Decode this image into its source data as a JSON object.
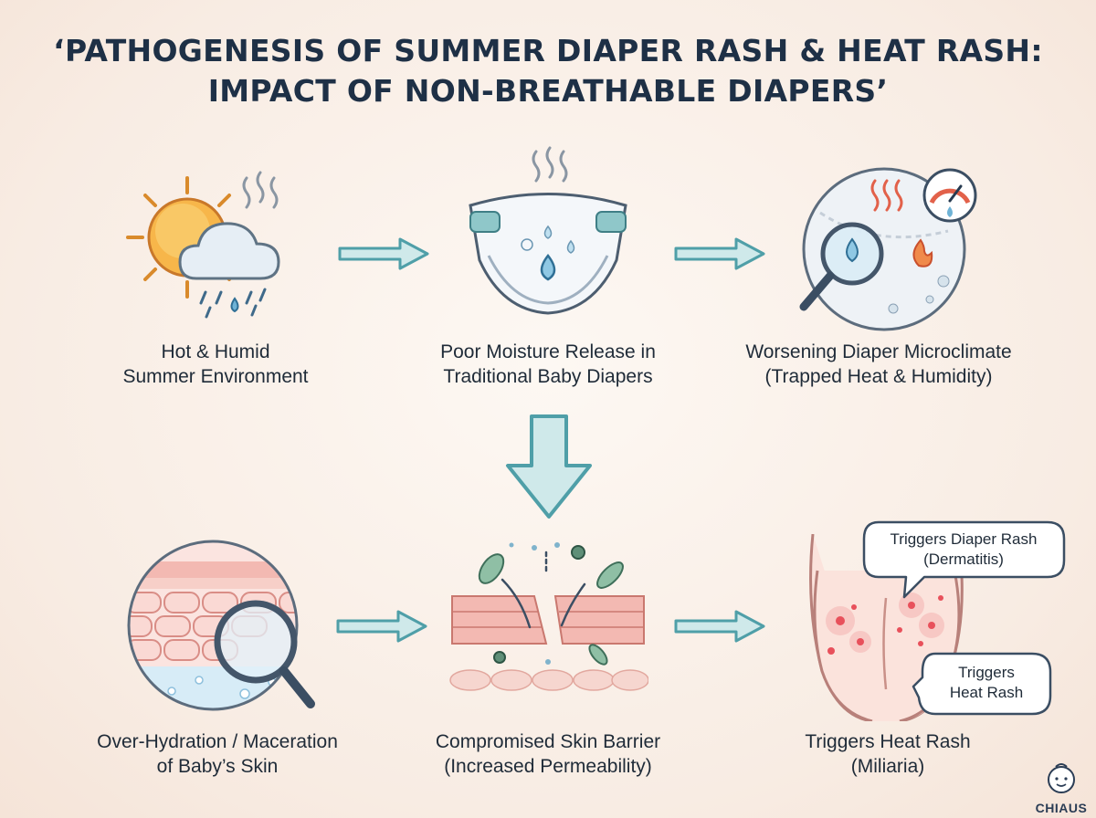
{
  "title": {
    "line1": "‘PATHOGENESIS OF SUMMER DIAPER RASH & HEAT RASH:",
    "line2": "IMPACT OF NON-BREATHABLE DIAPERS’"
  },
  "steps": [
    {
      "line1": "Hot & Humid",
      "line2": "Summer Environment",
      "icon": "sun-cloud-rain-icon"
    },
    {
      "line1": "Poor Moisture Release in",
      "line2": "Traditional Baby Diapers",
      "icon": "diaper-icon"
    },
    {
      "line1": "Worsening Diaper Microclimate",
      "line2": "(Trapped Heat & Humidity)",
      "icon": "microclimate-gauge-icon"
    },
    {
      "line1": "Over-Hydration / Maceration",
      "line2": "of Baby’s Skin",
      "icon": "magnified-skin-icon"
    },
    {
      "line1": "Compromised Skin Barrier",
      "line2": "(Increased Permeability)",
      "icon": "broken-barrier-icon"
    },
    {
      "line1": "Triggers Heat Rash",
      "line2": "(Miliaria)",
      "icon": "baby-bottom-rash-icon"
    }
  ],
  "callouts": {
    "diaper_rash": {
      "line1": "Triggers Diaper Rash",
      "line2": "(Dermatitis)"
    },
    "heat_rash": {
      "line1": "Triggers",
      "line2": "Heat Rash"
    }
  },
  "brand": {
    "name": "CHIAUS",
    "icon": "baby-face-icon"
  },
  "colors": {
    "arrow": "#4f9fa8",
    "arrow_fill": "#cfe9ea",
    "title": "#1e3046",
    "rash": "#e8505b"
  }
}
